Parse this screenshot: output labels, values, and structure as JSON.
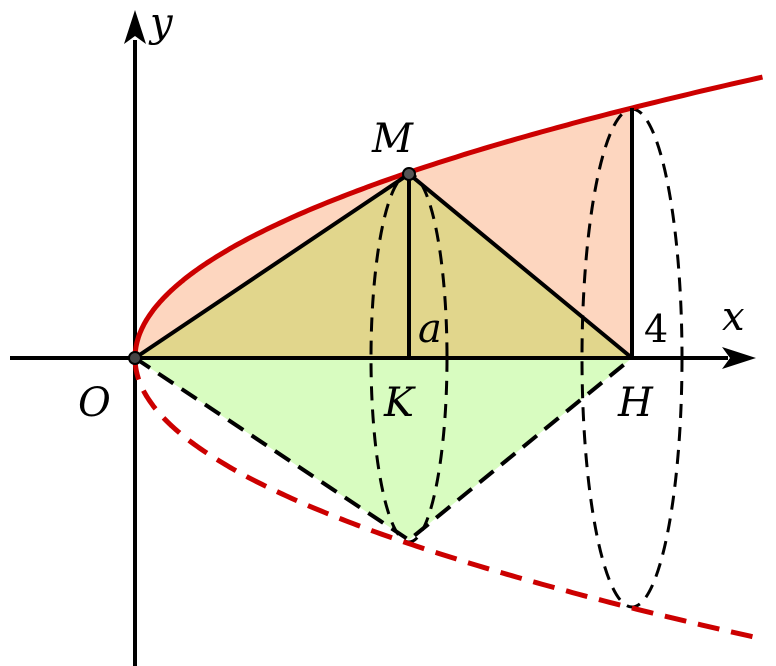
{
  "labels": {
    "x_axis": "x",
    "y_axis": "y",
    "origin": "O",
    "point_m": "M",
    "point_k": "K",
    "point_h": "H",
    "segment_a": "a",
    "value_4": "4"
  },
  "colors": {
    "parabola": "#cc0000",
    "region_under_curve": "#fdd6bf",
    "triangle_upper": "#e1d68c",
    "triangle_lower": "#d8fcc0"
  }
}
